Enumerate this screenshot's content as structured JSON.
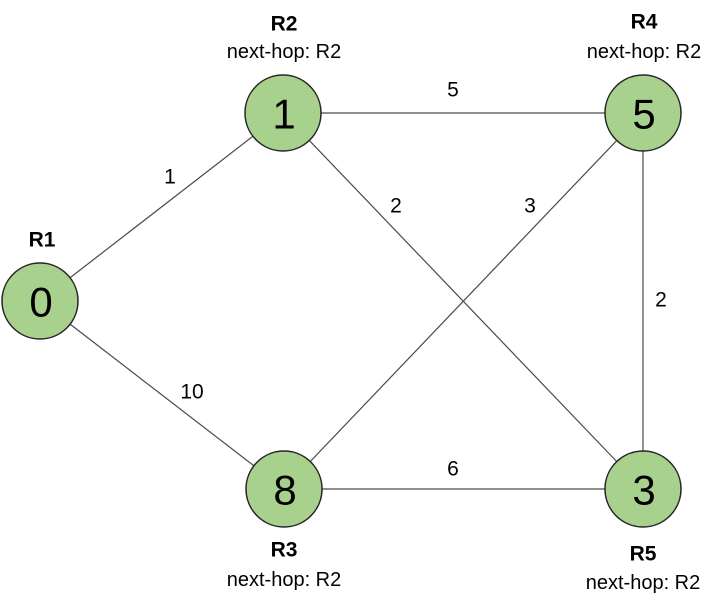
{
  "diagram": {
    "type": "network-graph",
    "nodes": [
      {
        "router": "R1",
        "cost": "0",
        "next_hop": ""
      },
      {
        "router": "R2",
        "cost": "1",
        "next_hop": "next-hop: R2"
      },
      {
        "router": "R4",
        "cost": "5",
        "next_hop": "next-hop: R2"
      },
      {
        "router": "R3",
        "cost": "8",
        "next_hop": "next-hop: R2"
      },
      {
        "router": "R5",
        "cost": "3",
        "next_hop": "next-hop: R2"
      }
    ],
    "edges": [
      {
        "from": "R1",
        "to": "R2",
        "weight": "1"
      },
      {
        "from": "R1",
        "to": "R3",
        "weight": "10"
      },
      {
        "from": "R2",
        "to": "R4",
        "weight": "5"
      },
      {
        "from": "R2",
        "to": "R5",
        "weight": "2"
      },
      {
        "from": "R4",
        "to": "R3",
        "weight": "3"
      },
      {
        "from": "R4",
        "to": "R5",
        "weight": "2"
      },
      {
        "from": "R3",
        "to": "R5",
        "weight": "6"
      }
    ],
    "colors": {
      "node_fill": "#a9d18e",
      "node_stroke": "#262626",
      "edge_stroke": "#4a4a4a",
      "text": "#000000",
      "background": "#ffffff"
    }
  }
}
